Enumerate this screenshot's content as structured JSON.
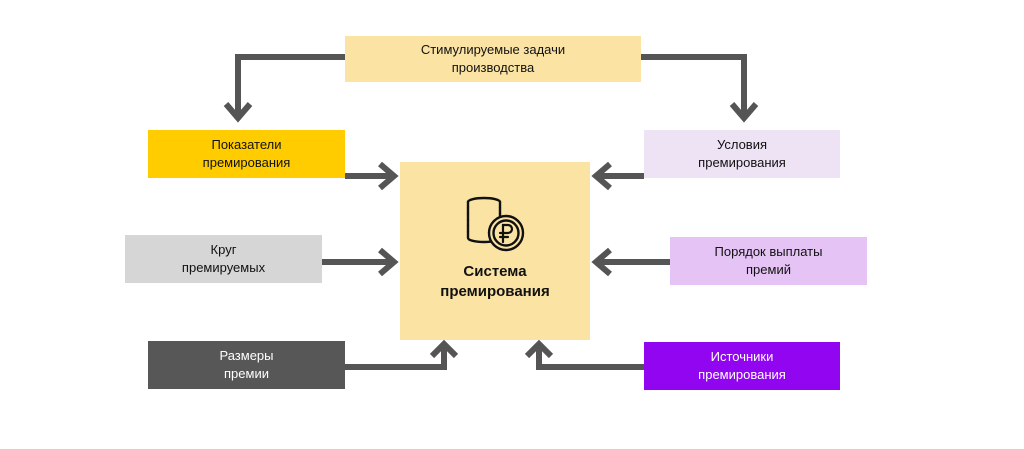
{
  "diagram": {
    "top": {
      "label": "Стимулируемые задачи\nпроизводства",
      "color": "#FBE3A3"
    },
    "center": {
      "label": "Система\nпремирования",
      "color": "#FBE3A3",
      "icon": "coins-ruble-icon"
    },
    "left": [
      {
        "label": "Показатели\nпремирования",
        "color": "#FFCC00",
        "text_color": "#111111"
      },
      {
        "label": "Круг\nпремируемых",
        "color": "#D6D6D6",
        "text_color": "#111111"
      },
      {
        "label": "Размеры\nпремии",
        "color": "#575757",
        "text_color": "#FFFFFF"
      }
    ],
    "right": [
      {
        "label": "Условия\nпремирования",
        "color": "#EDE3F5",
        "text_color": "#111111"
      },
      {
        "label": "Порядок выплаты\nпремий",
        "color": "#E5C4F5",
        "text_color": "#111111"
      },
      {
        "label": "Источники\nпремирования",
        "color": "#9105F0",
        "text_color": "#FFFFFF"
      }
    ],
    "arrow_color": "#555555"
  }
}
